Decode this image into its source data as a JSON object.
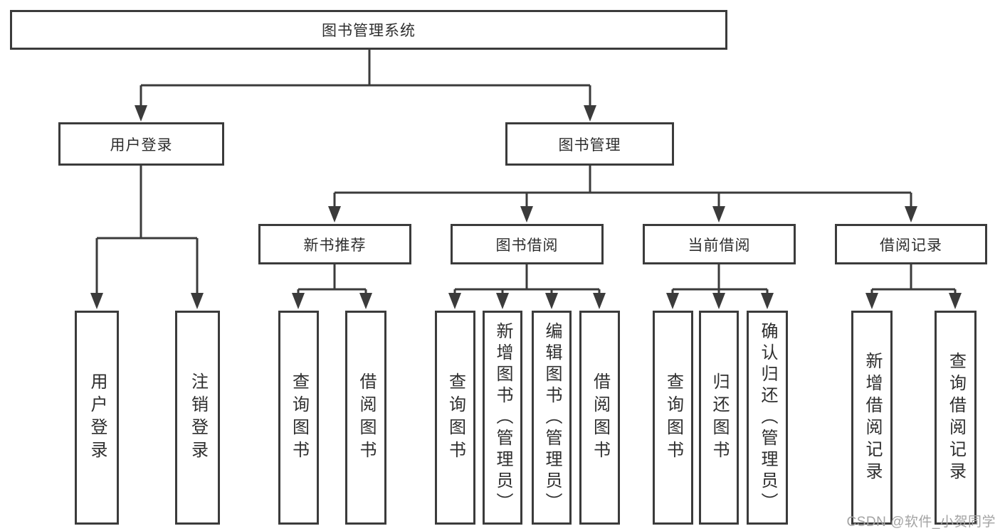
{
  "diagram": {
    "title": "图书管理系统",
    "root": {
      "label": "图书管理系统"
    },
    "level2": [
      {
        "label": "用户登录",
        "leaves": [
          "用户登录",
          "注销登录"
        ]
      },
      {
        "label": "图书管理"
      }
    ],
    "level3": [
      {
        "label": "新书推荐",
        "leaves": [
          "查询图书",
          "借阅图书"
        ]
      },
      {
        "label": "图书借阅",
        "leaves": [
          "查询图书",
          "新增图书（管理员）",
          "编辑图书（管理员）",
          "借阅图书"
        ]
      },
      {
        "label": "当前借阅",
        "leaves": [
          "查询图书",
          "归还图书",
          "确认归还（管理员）"
        ]
      },
      {
        "label": "借阅记录",
        "leaves": [
          "新增借阅记录",
          "查询借阅记录"
        ]
      }
    ]
  },
  "watermark": {
    "text": "CSDN @软件_小贺同学"
  },
  "colors": {
    "line": "#3b3b3b",
    "text": "#2e2e2e",
    "watermark": "#a3a3a3",
    "background": "#ffffff"
  }
}
